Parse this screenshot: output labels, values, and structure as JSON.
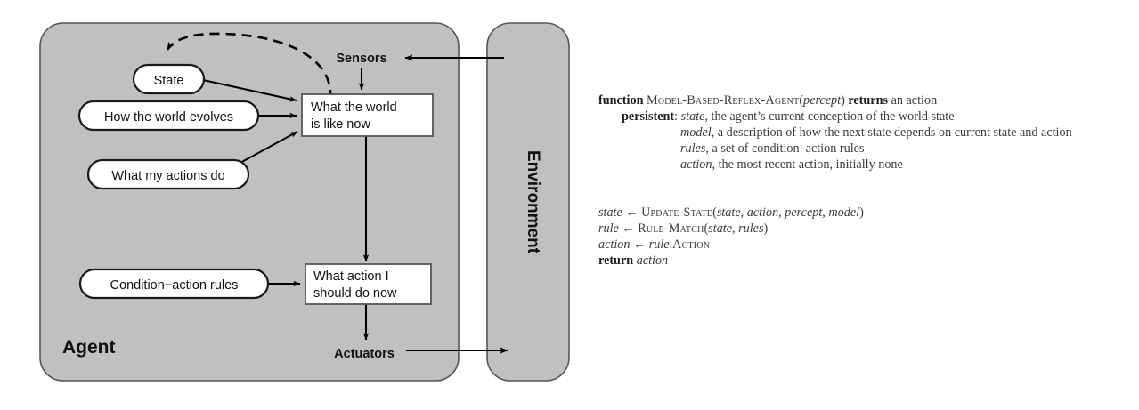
{
  "figure": {
    "type": "agent-architecture-diagram",
    "colors": {
      "box_fill": "#c0c0c0",
      "box_stroke": "#555555",
      "node_fill": "#ffffff",
      "node_stroke": "#1a1a1a",
      "arrow": "#000000",
      "code_text": "#3a3a3a",
      "code_bold": "#1c1c1c",
      "page_background": "#ffffff"
    }
  },
  "diagram": {
    "agent_label": "Agent",
    "environment_label": "Environment",
    "sensors_label": "Sensors",
    "actuators_label": "Actuators",
    "nodes": {
      "state": "State",
      "how_world_evolves": "How the world evolves",
      "what_my_actions_do": "What my actions do",
      "condition_action_rules": "Condition−action rules",
      "what_world_is_like_line1": "What the world",
      "what_world_is_like_line2": "is like now",
      "what_action_line1": "What action I",
      "what_action_line2": "should do now"
    }
  },
  "pseudocode": {
    "line1": {
      "kw_function": "function",
      "name": "Model-Based-Reflex-Agent",
      "open": "(",
      "arg": "percept",
      "close": ")",
      "kw_returns": "returns",
      "tail": "an action"
    },
    "line2": {
      "kw_persistent": "persistent",
      "colon": ":",
      "var": "state",
      "text": ", the agent’s current conception of the world state"
    },
    "line3": {
      "var": "model",
      "text": ", a description of how the next state depends on current state and action"
    },
    "line4": {
      "var": "rules",
      "text": ", a set of condition–action rules"
    },
    "line5": {
      "var": "action",
      "text": ", the most recent action, initially none"
    },
    "line6": {
      "lhs": "state",
      "arrow": "←",
      "name": "Update-State",
      "open": "(",
      "args": "state, action, percept, model",
      "close": ")"
    },
    "line7": {
      "lhs": "rule",
      "arrow": "←",
      "name": "Rule-Match",
      "open": "(",
      "args": "state, rules",
      "close": ")"
    },
    "line8": {
      "lhs": "action",
      "arrow": "←",
      "obj": "rule",
      "dot": ".",
      "field": "Action"
    },
    "line9": {
      "kw_return": "return",
      "var": "action"
    }
  }
}
